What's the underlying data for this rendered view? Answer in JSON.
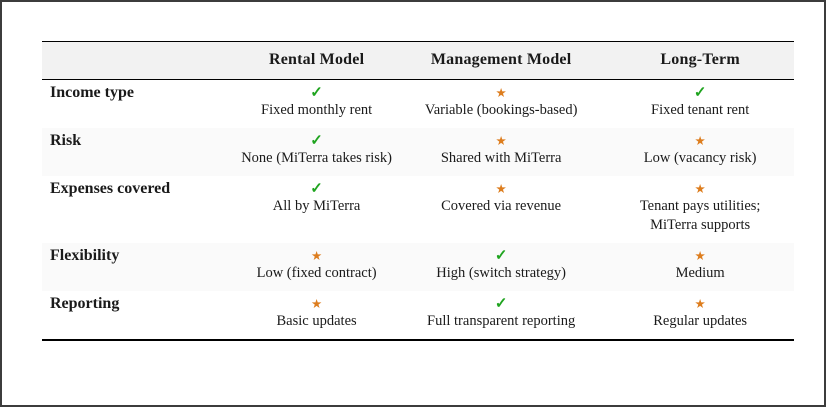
{
  "table": {
    "header": {
      "bg": "#f2f2f2",
      "columns": [
        "Rental Model",
        "Management Model",
        "Long-Term"
      ]
    },
    "icons": {
      "check": {
        "name": "check-icon",
        "glyph": "✓",
        "color": "#1fa41f"
      },
      "star": {
        "name": "star-icon",
        "glyph": "★",
        "color": "#dd7d1e"
      }
    },
    "rules_color": "#000000",
    "frame_border_color": "#3c3c3c",
    "stripe_color": "#fafafa",
    "rows": [
      {
        "label": "Income type",
        "striped": false,
        "cells": [
          {
            "icon": "check",
            "lines": [
              "Fixed monthly rent"
            ]
          },
          {
            "icon": "star",
            "lines": [
              "Variable (bookings-based)"
            ]
          },
          {
            "icon": "check",
            "lines": [
              "Fixed tenant rent"
            ]
          }
        ]
      },
      {
        "label": "Risk",
        "striped": true,
        "cells": [
          {
            "icon": "check",
            "lines": [
              "None (MiTerra takes risk)"
            ]
          },
          {
            "icon": "star",
            "lines": [
              "Shared with MiTerra"
            ]
          },
          {
            "icon": "star",
            "lines": [
              "Low (vacancy risk)"
            ]
          }
        ]
      },
      {
        "label": "Expenses covered",
        "striped": false,
        "cells": [
          {
            "icon": "check",
            "lines": [
              "All by MiTerra"
            ]
          },
          {
            "icon": "star",
            "lines": [
              "Covered via revenue"
            ]
          },
          {
            "icon": "star",
            "lines": [
              "Tenant pays utilities;",
              "MiTerra supports"
            ]
          }
        ]
      },
      {
        "label": "Flexibility",
        "striped": true,
        "cells": [
          {
            "icon": "star",
            "lines": [
              "Low (fixed contract)"
            ]
          },
          {
            "icon": "check",
            "lines": [
              "High (switch strategy)"
            ]
          },
          {
            "icon": "star",
            "lines": [
              "Medium"
            ]
          }
        ]
      },
      {
        "label": "Reporting",
        "striped": false,
        "cells": [
          {
            "icon": "star",
            "lines": [
              "Basic updates"
            ]
          },
          {
            "icon": "check",
            "lines": [
              "Full transparent reporting"
            ]
          },
          {
            "icon": "star",
            "lines": [
              "Regular updates"
            ]
          }
        ]
      }
    ]
  }
}
